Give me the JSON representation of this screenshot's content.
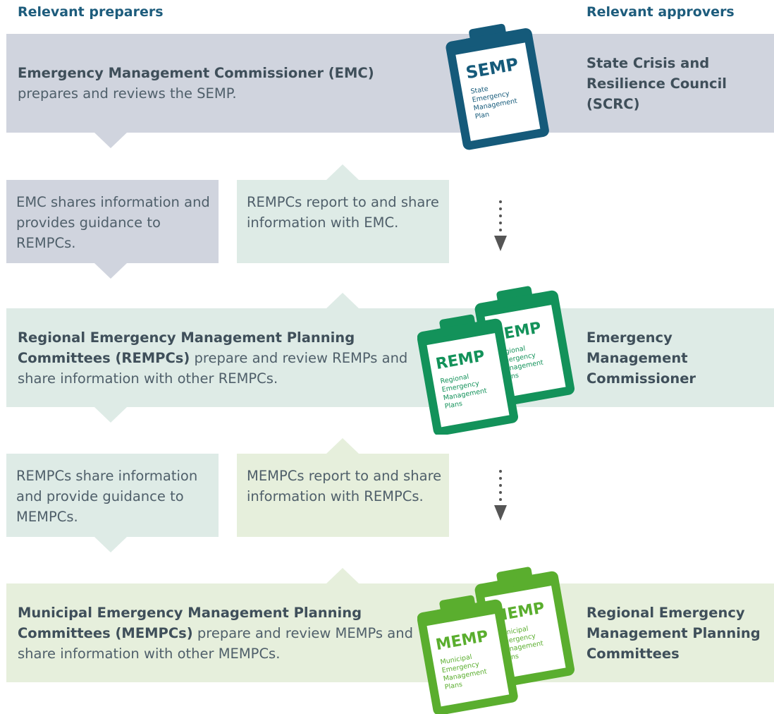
{
  "headers": {
    "preparers": "Relevant preparers",
    "approvers": "Relevant approvers"
  },
  "state": {
    "preparer_bold": "Emergency Management Commissioner (EMC)",
    "preparer_rest": "prepares and reviews the SEMP.",
    "approver": "State Crisis and Resilience Council (SCRC)",
    "clipboard": {
      "acronym": "SEMP",
      "lines": [
        "State",
        "Emergency",
        "Management",
        "Plan"
      ]
    }
  },
  "exchange_1": {
    "down_text": "EMC shares information and provides guidance to REMPCs.",
    "up_text": "REMPCs report to and share information with EMC."
  },
  "regional": {
    "preparer_bold": "Regional Emergency Management Planning Committees (REMPCs)",
    "preparer_rest": "prepare and review REMPs and share information with other REMPCs.",
    "approver": "Emergency Management Commissioner",
    "clipboard": {
      "acronym": "REMP",
      "lines": [
        "Regional",
        "Emergency",
        "Management",
        "Plans"
      ]
    }
  },
  "exchange_2": {
    "down_text": "REMPCs share information and provide guidance to MEMPCs.",
    "up_text": "MEMPCs report to and share information with REMPCs."
  },
  "municipal": {
    "preparer_bold": "Municipal Emergency Management Planning Committees (MEMPCs)",
    "preparer_rest": "prepare and review MEMPs and share information with other MEMPCs.",
    "approver": "Regional Emergency Management Planning Committees",
    "clipboard": {
      "acronym": "MEMP",
      "lines": [
        "Municipal",
        "Emergency",
        "Management",
        "Plans"
      ]
    }
  },
  "colors": {
    "header": "#1d5c7c",
    "state_band": "#d0d4de",
    "regional_band": "#deebe6",
    "municipal_band": "#e6efdc",
    "semp_clipboard": "#155a7a",
    "remp_clipboard": "#13925a",
    "memp_clipboard": "#5aae2e"
  }
}
